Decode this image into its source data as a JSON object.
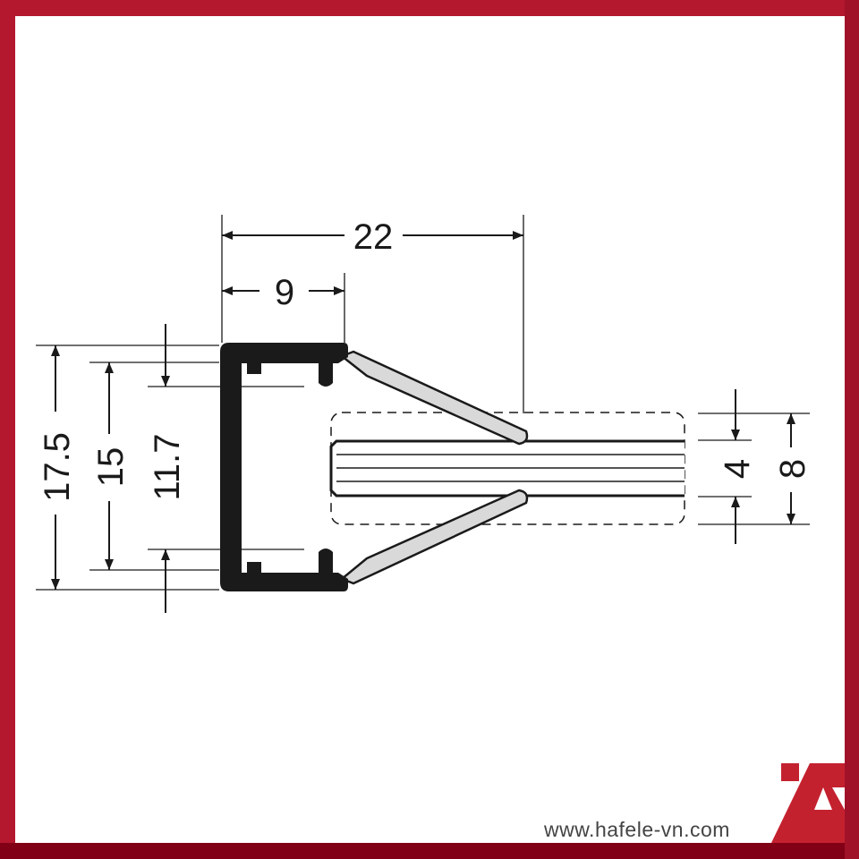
{
  "dimensions": {
    "width_overall": "22",
    "width_profile": "9",
    "height_overall": "17.5",
    "height_inner": "15",
    "height_lip": "11.7",
    "glass_thickness": "4",
    "glass_range": "8"
  },
  "footer": {
    "url": "www.hafele-vn.com"
  },
  "colors": {
    "frame": "#b3182f",
    "profile": "#1a1a1a",
    "seal": "#d9d9d9",
    "logo": "#c4212f"
  }
}
